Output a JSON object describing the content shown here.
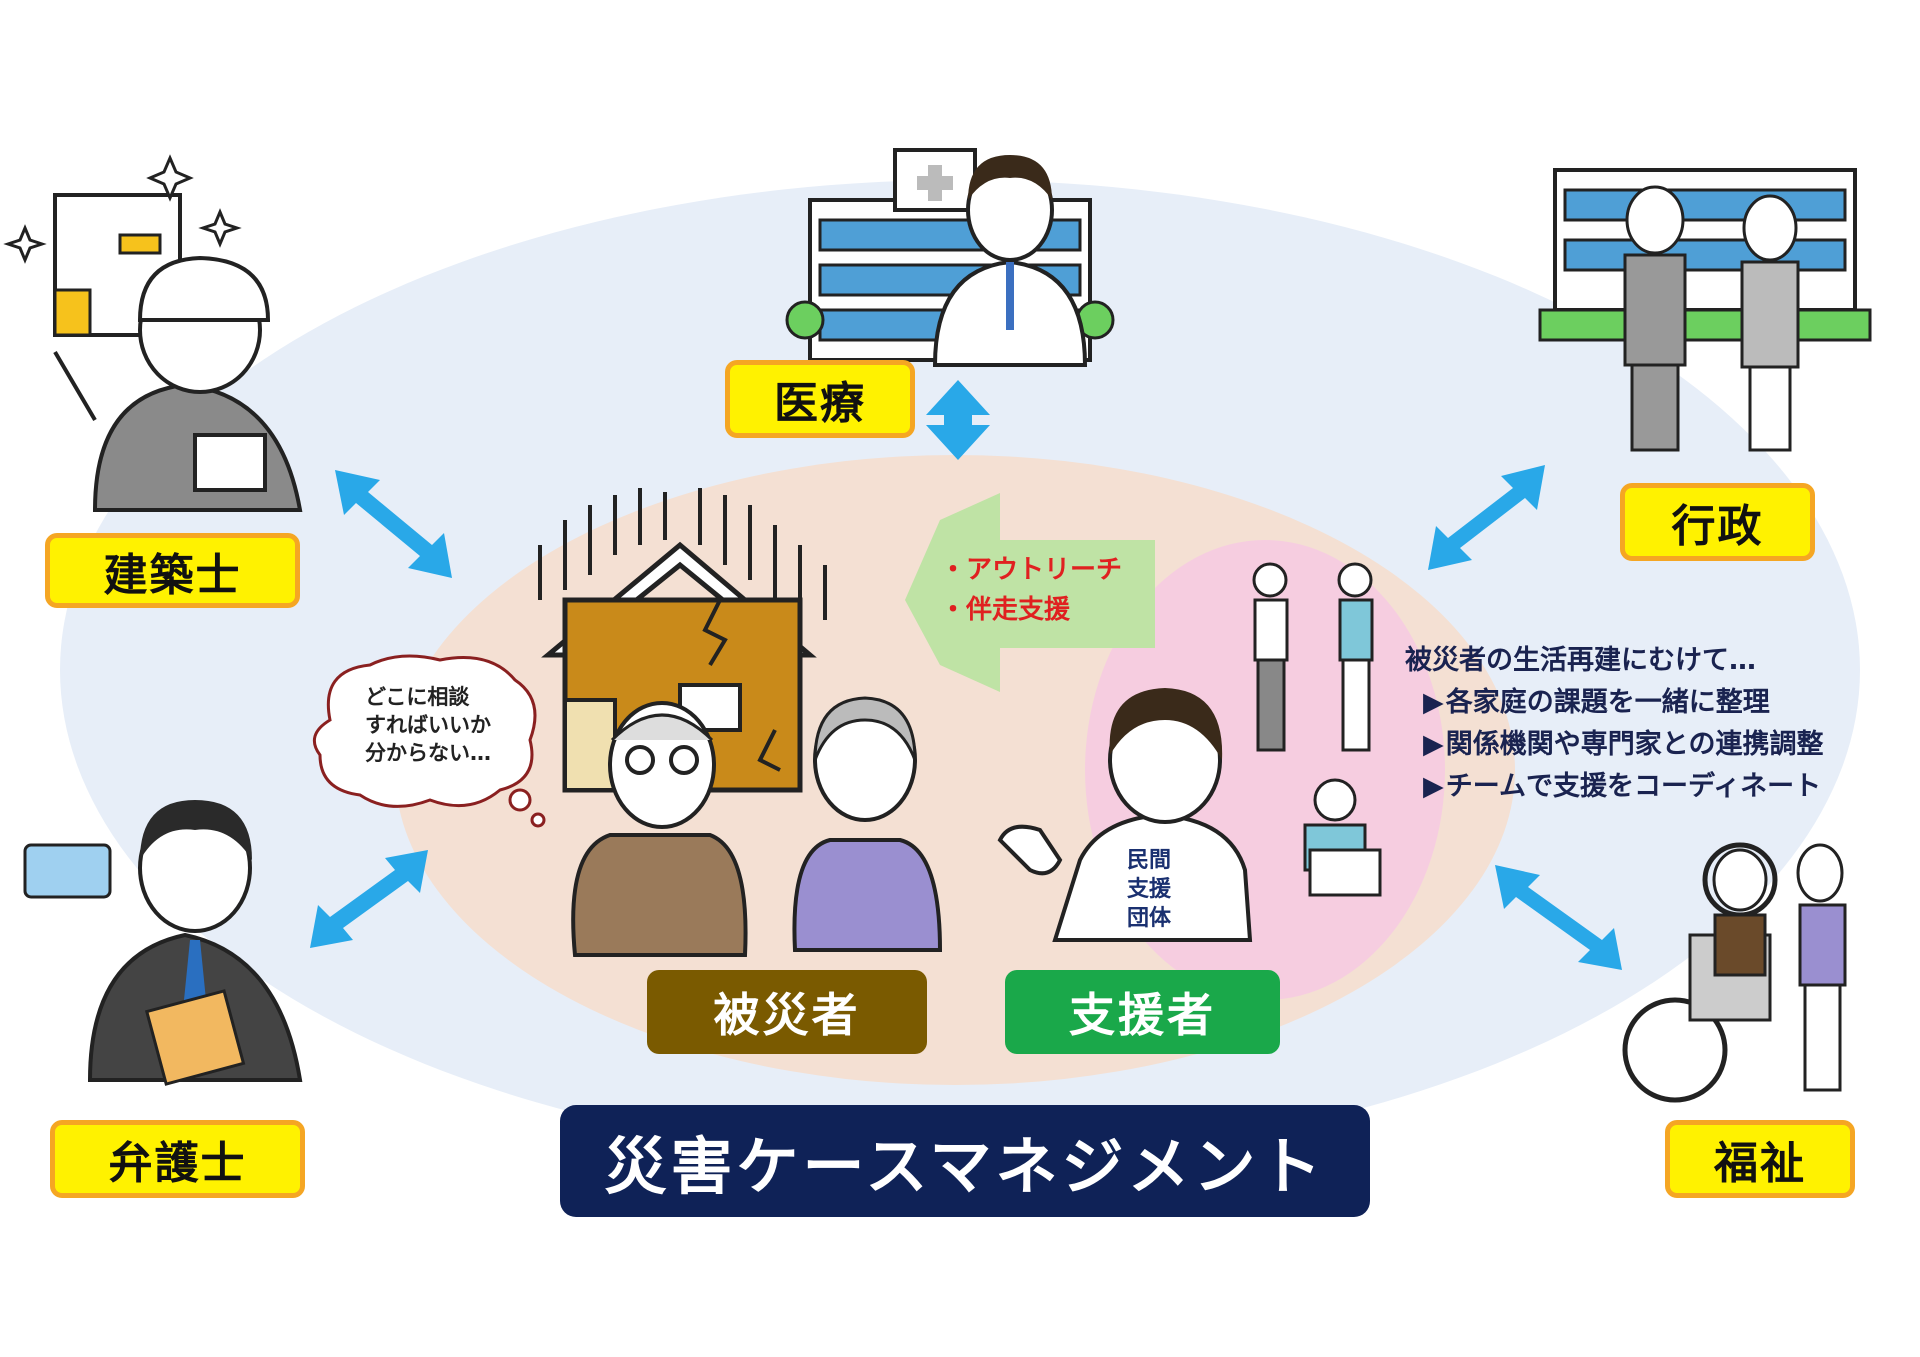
{
  "title": "災害ケースマネジメント",
  "roles": {
    "architect": "建築士",
    "medical": "医療",
    "administration": "行政",
    "lawyer": "弁護士",
    "welfare": "福祉"
  },
  "center": {
    "victim_label": "被災者",
    "supporter_label": "支援者",
    "speech_bubble": [
      "どこに相談",
      "すればいいか",
      "分からない…"
    ],
    "shirt_text": [
      "民間",
      "支援",
      "団体"
    ]
  },
  "outreach": [
    "・アウトリーチ",
    "・伴走支援"
  ],
  "support_description": {
    "heading": "被災者の生活再建にむけて…",
    "items": [
      "各家庭の課題を一緒に整理",
      "関係機関や専門家との連携調整",
      "チームで支援をコーディネート"
    ]
  },
  "colors": {
    "outer_ellipse": "#e7eef8",
    "inner_ellipse": "#f4e0d3",
    "pink_circle": "#f6cde0",
    "arrow_blue": "#29a8e8",
    "arrow_green": "#bfe3a5",
    "label_yellow": "#fff200",
    "label_border": "#f5a623",
    "victim_brown": "#7a5a00",
    "supporter_green": "#1aa84a",
    "title_navy": "#0f2257"
  }
}
